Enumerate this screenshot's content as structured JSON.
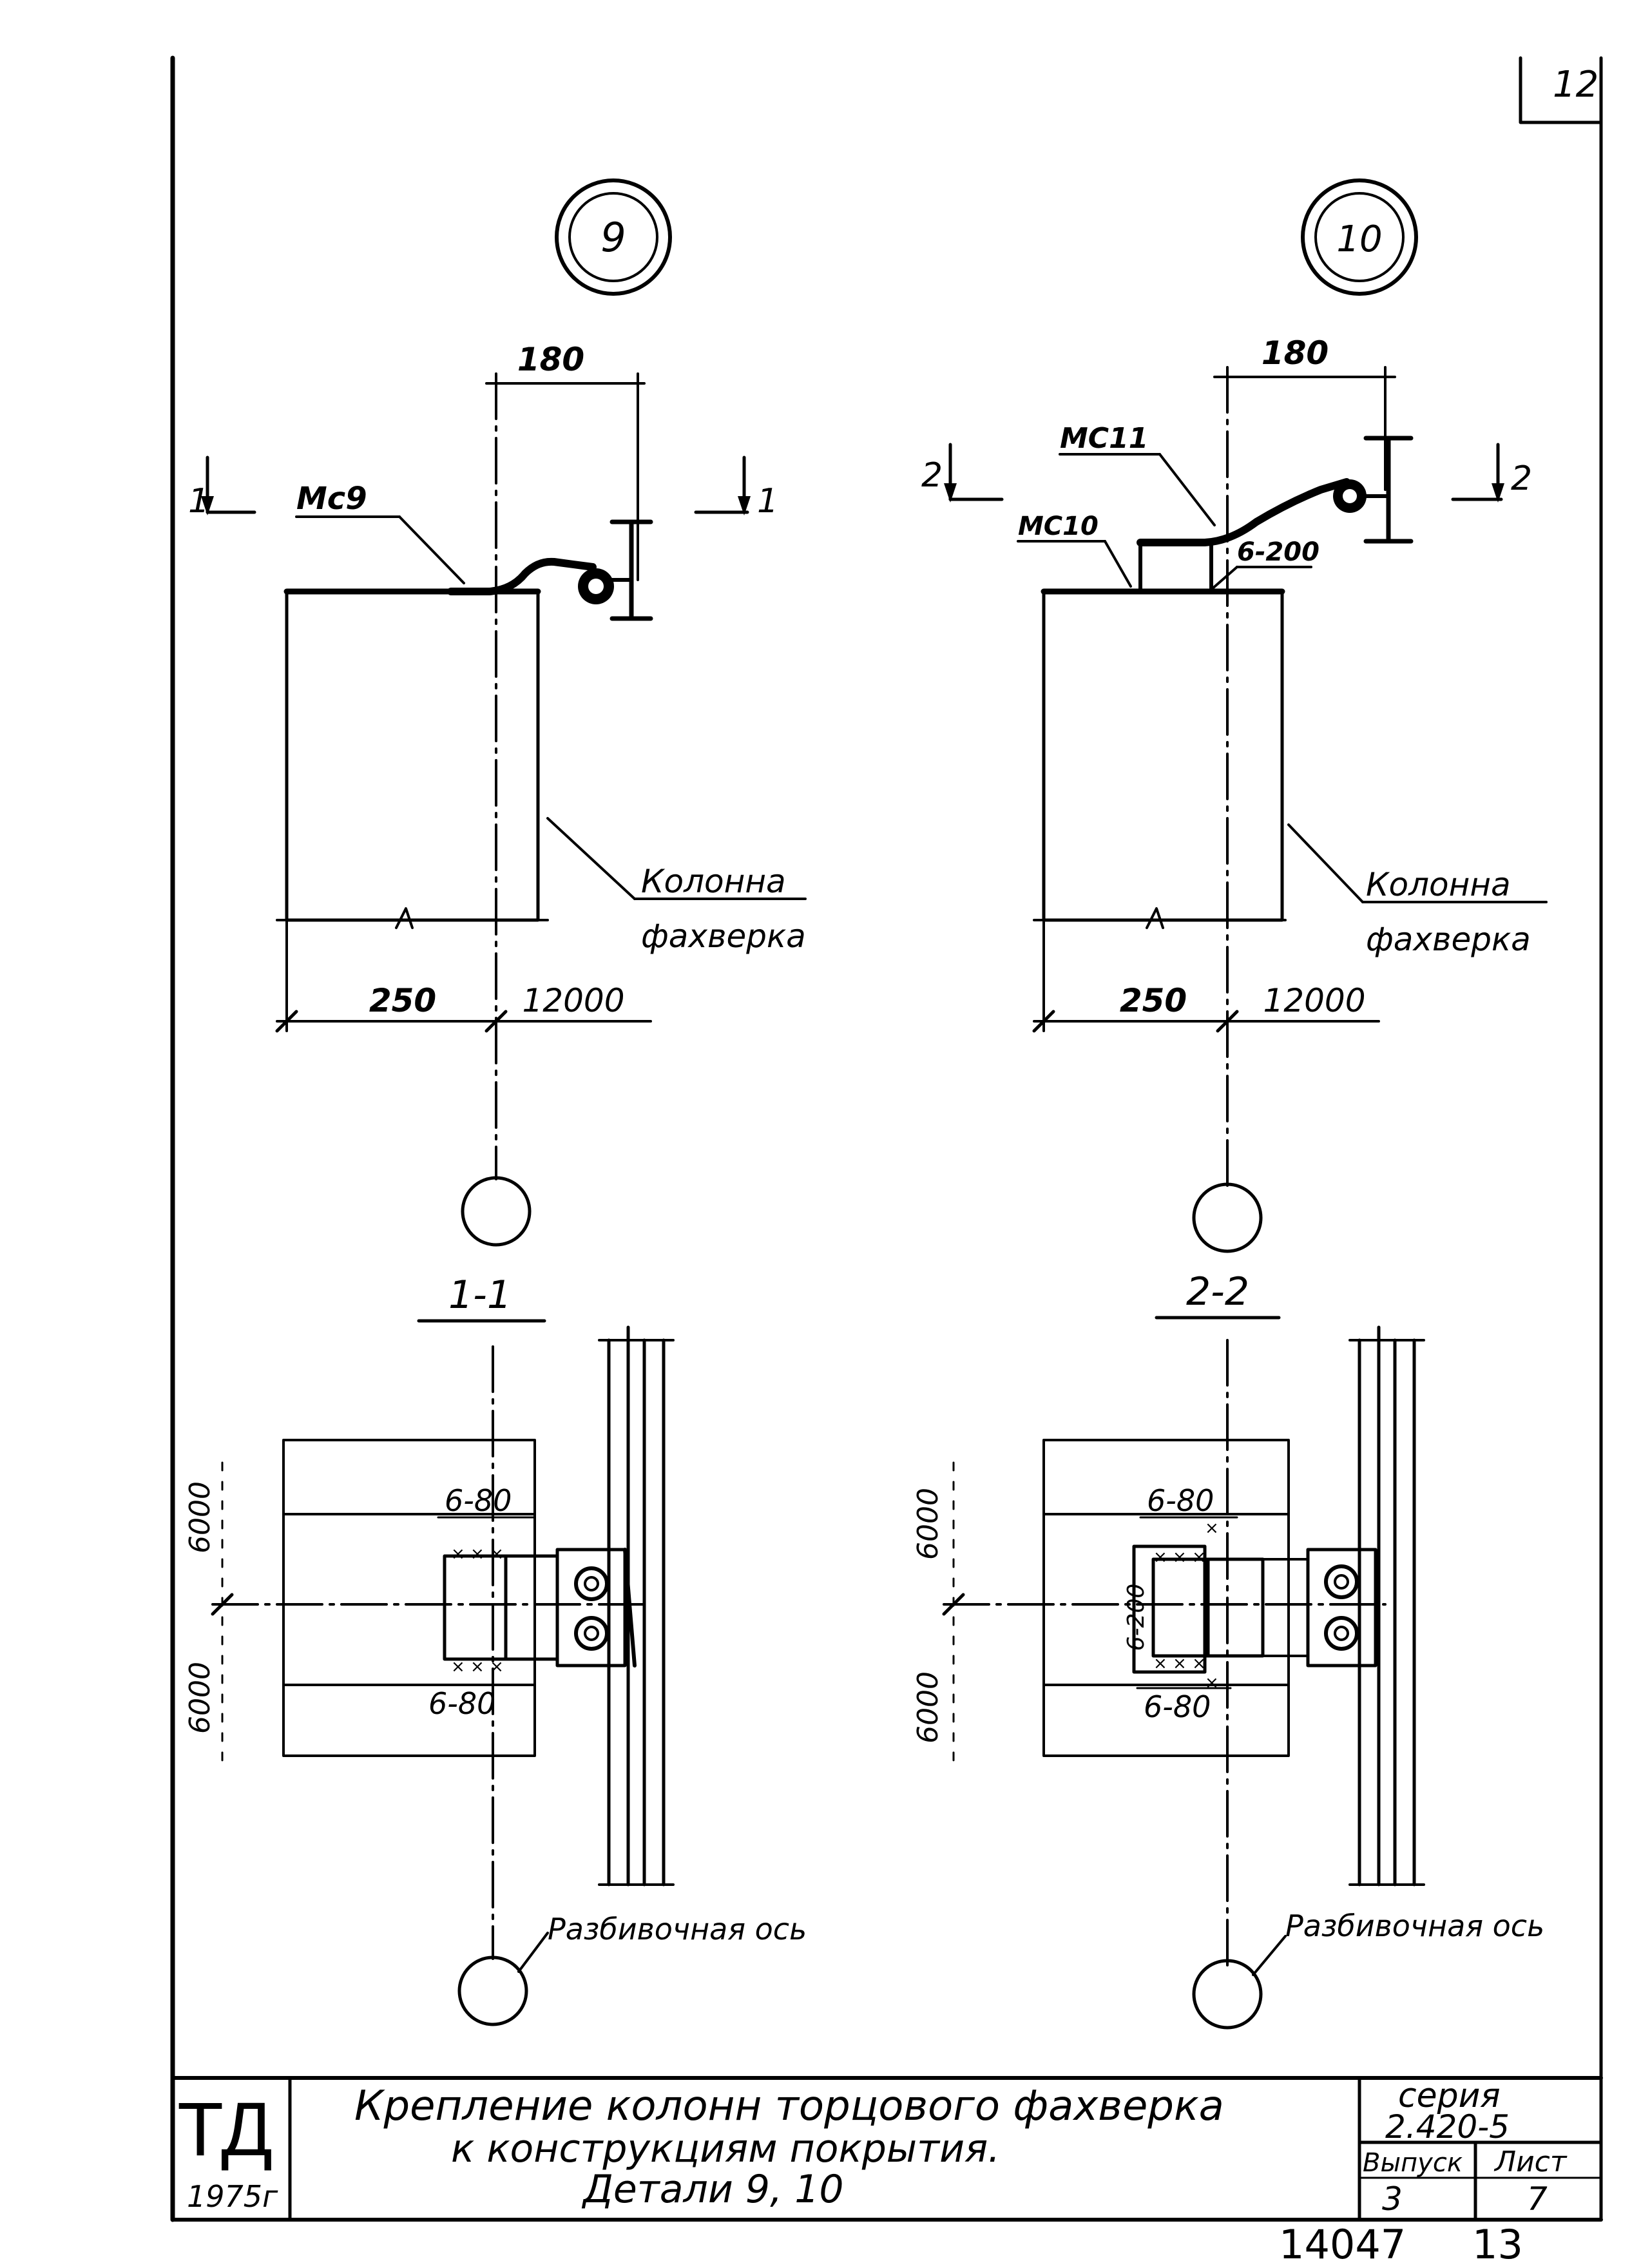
{
  "sheet_number": "12",
  "details": [
    {
      "callout": "9",
      "dim_top": "180",
      "dim_left": "250",
      "dim_right": "12000",
      "section_mark": "1",
      "part_labels": [
        "Мс9"
      ],
      "column_label_1": "Колонна",
      "column_label_2": "фахверка"
    },
    {
      "callout": "10",
      "dim_top": "180",
      "dim_left": "250",
      "dim_right": "12000",
      "section_mark": "2",
      "part_labels": [
        "МС11",
        "МС10",
        "6-200"
      ],
      "column_label_1": "Колонна",
      "column_label_2": "фахверка"
    }
  ],
  "sections": [
    {
      "title": "1-1",
      "dim_upper": "6000",
      "dim_lower": "6000",
      "weld_upper": "6-80",
      "weld_lower": "6-80",
      "axis_label": "Разбивочная ось"
    },
    {
      "title": "2-2",
      "dim_upper": "6000",
      "dim_lower": "6000",
      "weld_upper": "6-80",
      "weld_lower": "6-80",
      "weld_side": "6-200",
      "axis_label": "Разбивочная ось"
    }
  ],
  "title_block": {
    "logo": "ТД",
    "year": "1975г",
    "title_line_1": "Крепление колонн торцового фахверка",
    "title_line_2": "к конструкциям покрытия.",
    "title_line_3": "Детали 9, 10",
    "series_label": "серия",
    "series_value": "2.420-5",
    "issue_label": "Выпуск",
    "issue_value": "3",
    "sheet_label": "Лист",
    "sheet_value": "7"
  },
  "footer": {
    "archive_number": "14047",
    "page_number": "13"
  }
}
